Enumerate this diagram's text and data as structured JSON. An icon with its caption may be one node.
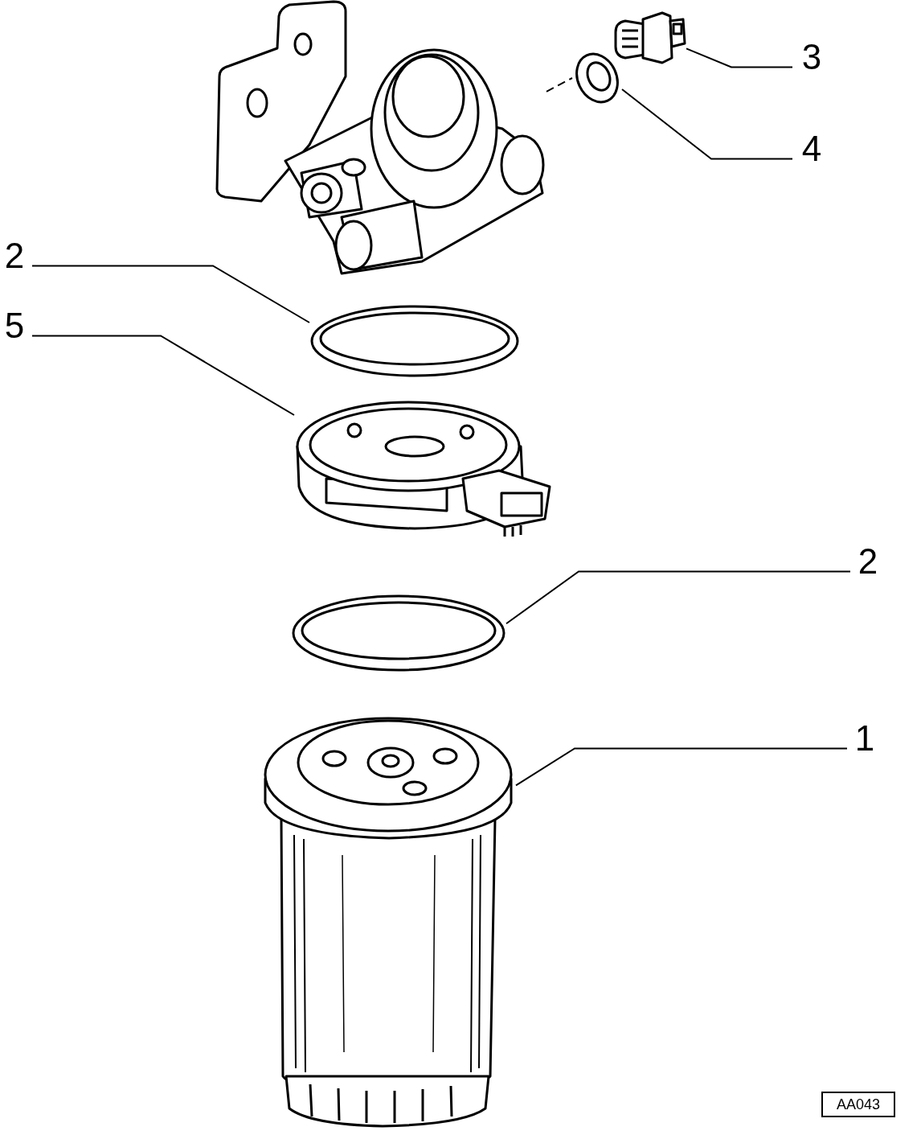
{
  "diagram": {
    "nodes": [
      {
        "text": [
          "3"
        ]
      },
      {
        "text": [
          "4"
        ]
      },
      {
        "text": [
          "2"
        ]
      },
      {
        "text": [
          "5"
        ]
      },
      {
        "text": [
          "2"
        ]
      },
      {
        "text": [
          "1"
        ]
      },
      {
        "text": [],
        "shape": "picture"
      },
      {
        "text": [],
        "shape": "picture"
      },
      {
        "text": [],
        "shape": "picture"
      },
      {
        "text": [],
        "shape": "picture"
      },
      {
        "text": [],
        "shape": "picture"
      },
      {
        "text": [],
        "shape": "picture"
      },
      {
        "text": [],
        "shape": "picture"
      },
      {
        "text": [
          "AA043"
        ]
      }
    ],
    "edges": [
      {
        "from": 0,
        "to": 7,
        "arrow": "none"
      },
      {
        "from": 1,
        "to": 8,
        "arrow": "none"
      },
      {
        "from": 2,
        "to": 9,
        "arrow": "none"
      },
      {
        "from": 3,
        "to": 10,
        "arrow": "none"
      },
      {
        "from": 4,
        "to": 11,
        "arrow": "none"
      },
      {
        "from": 5,
        "to": 12,
        "arrow": "none"
      },
      {
        "from": 6,
        "to": 8,
        "arrow": "none",
        "style": "dashed"
      }
    ]
  }
}
